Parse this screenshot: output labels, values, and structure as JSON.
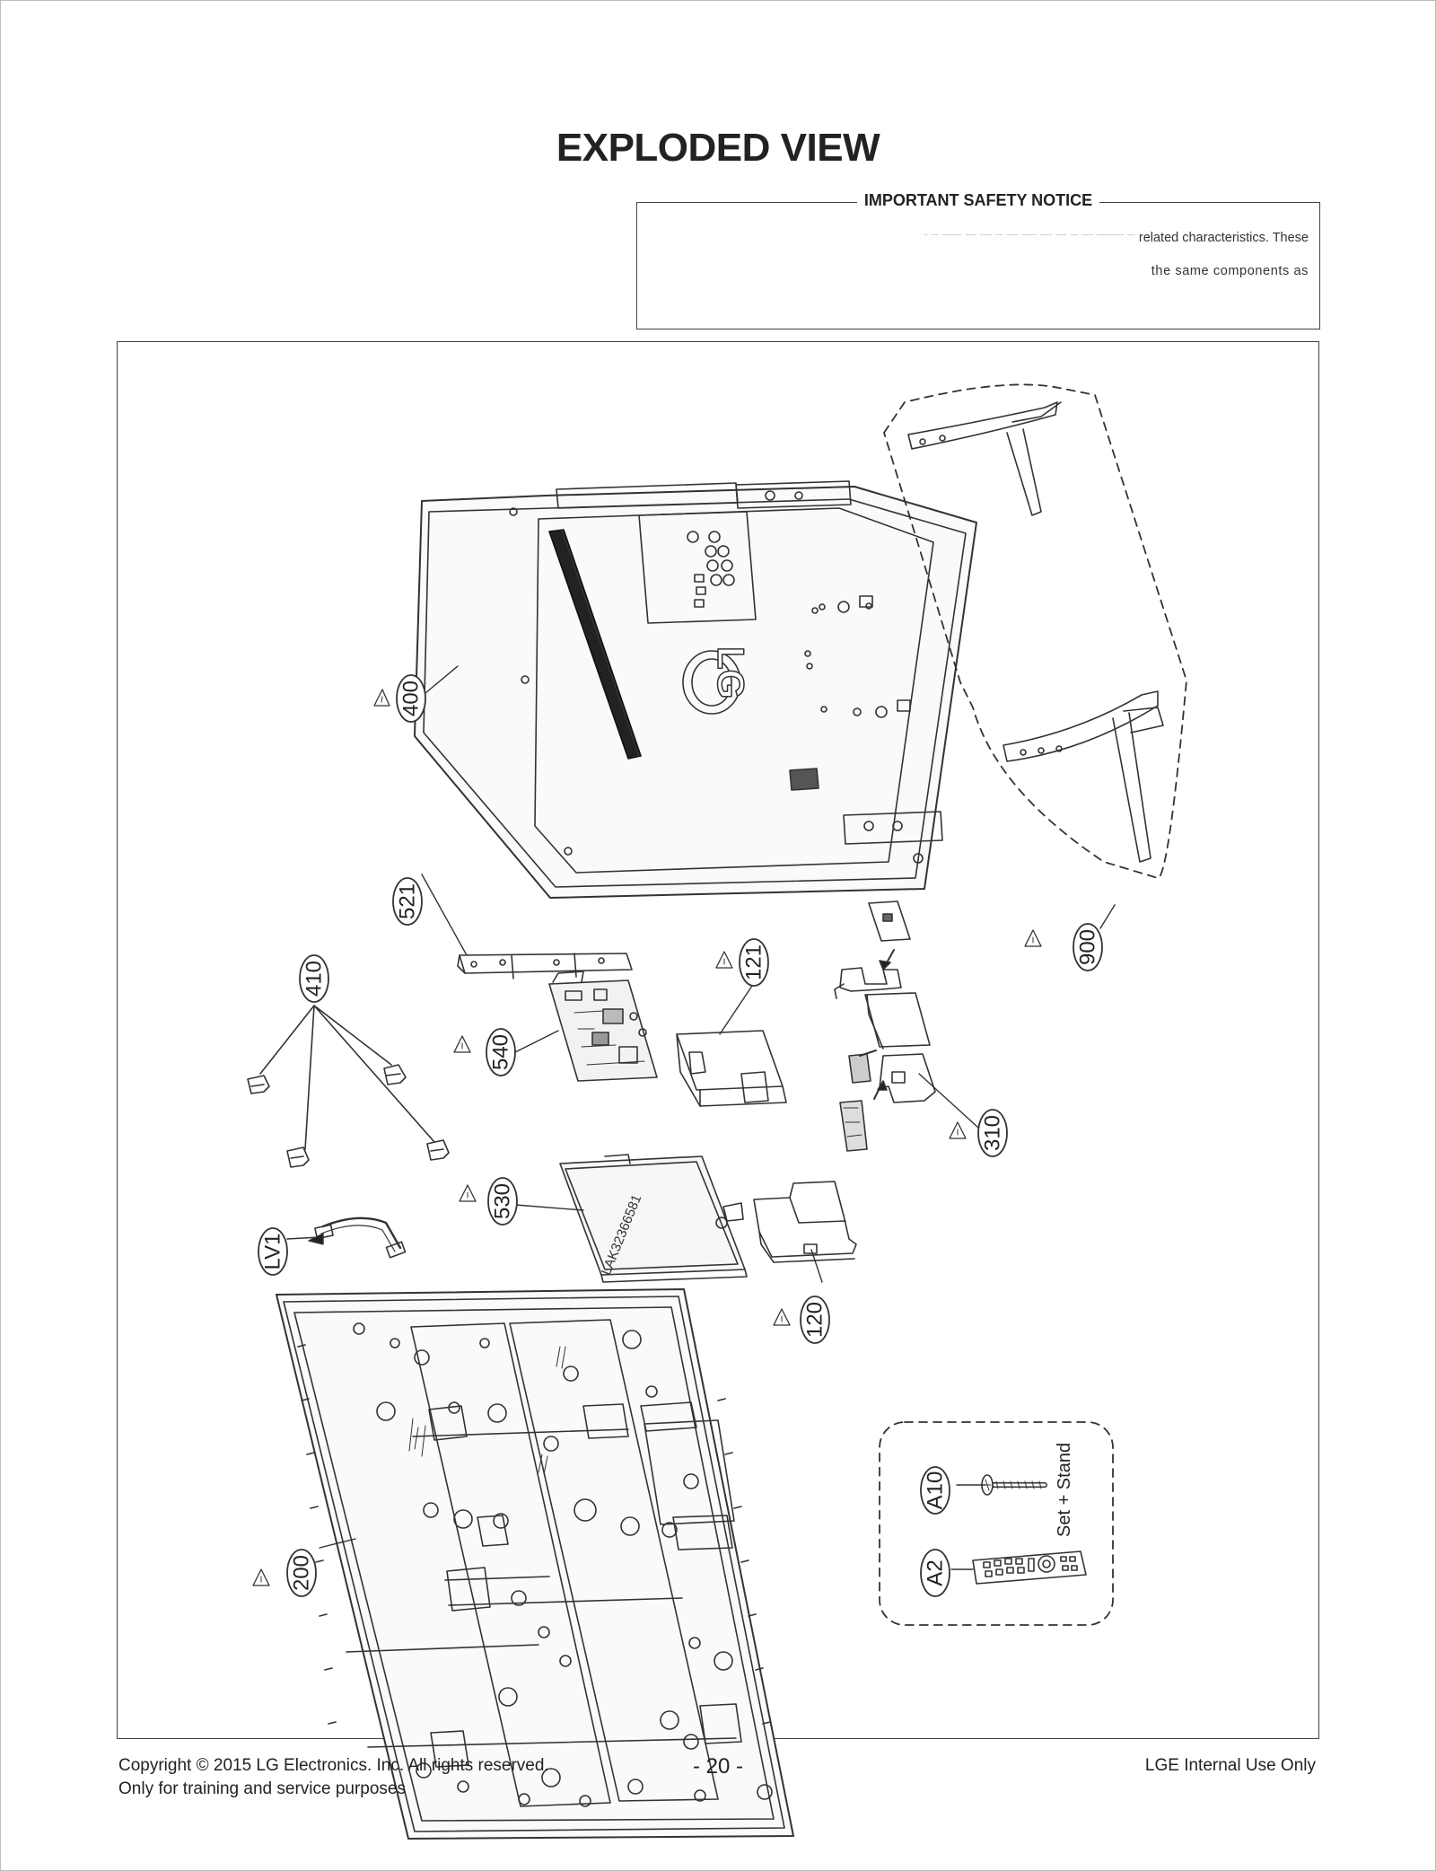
{
  "page": {
    "title": "EXPLODED VIEW"
  },
  "notice": {
    "heading": "IMPORTANT SAFETY NOTICE",
    "line1_fragment": "related characteristics. These",
    "line2_fragment": "the same components as"
  },
  "parts": [
    {
      "id": "400",
      "safety": true
    },
    {
      "id": "900",
      "safety": true
    },
    {
      "id": "521",
      "safety": false
    },
    {
      "id": "410",
      "safety": false
    },
    {
      "id": "121",
      "safety": true
    },
    {
      "id": "540",
      "safety": true
    },
    {
      "id": "310",
      "safety": true
    },
    {
      "id": "530",
      "safety": true
    },
    {
      "id": "LV1",
      "safety": false
    },
    {
      "id": "120",
      "safety": true
    },
    {
      "id": "200",
      "safety": true
    },
    {
      "id": "A10",
      "safety": false
    },
    {
      "id": "A2",
      "safety": false
    }
  ],
  "accessory_box": {
    "label": "Set + Stand"
  },
  "board_label": "LAK32366581",
  "logo_text": "LG",
  "footer": {
    "copyright": "Copyright  © 2015 LG Electronics. Inc. All rights reserved.",
    "training": "Only for training and service purposes",
    "page_number": "- 20 -",
    "internal": "LGE Internal Use Only"
  }
}
